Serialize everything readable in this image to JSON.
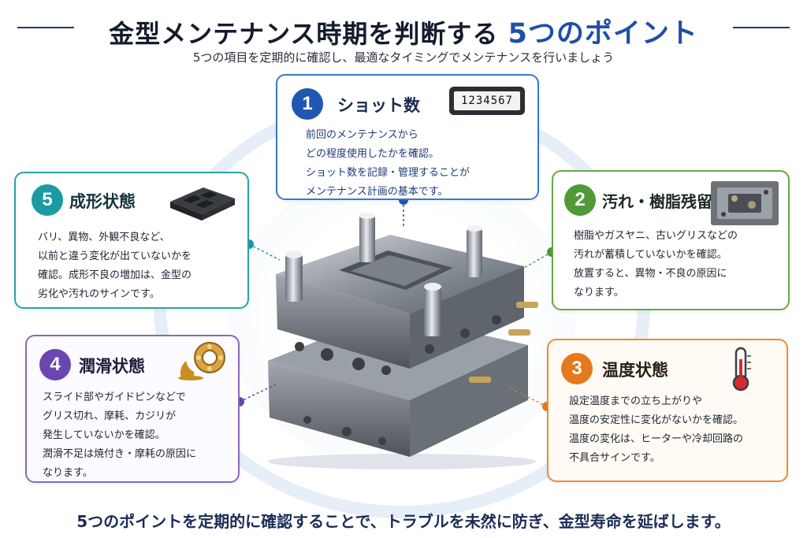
{
  "title": {
    "main": "金型メンテナンス時期を判断する",
    "accent": "5つのポイント"
  },
  "subtitle": "5つの項目を定期的に確認し、最適なタイミングでメンテナンスを行いましょう",
  "points": [
    {
      "number": "1",
      "title": "ショット数",
      "lines": [
        "前回のメンテナンスから",
        "どの程度使用したかを確認。",
        "ショット数を記録・管理することが",
        "メンテナンス計画の基本です。"
      ],
      "color": "#1f57b3",
      "icon": "shot-counter-icon"
    },
    {
      "number": "2",
      "title": "汚れ・樹脂残留",
      "lines": [
        "樹脂やガスヤニ、古いグリスなどの",
        "汚れが蓄積していないかを確認。",
        "放置すると、異物・不良の原因に",
        "なります。"
      ],
      "color": "#4f9a36",
      "icon": "dirty-mold-photo-icon"
    },
    {
      "number": "3",
      "title": "温度状態",
      "lines": [
        "設定温度までの立ち上がりや",
        "温度の安定性に変化がないかを確認。",
        "温度の変化は、ヒーターや冷却回路の",
        "不具合サインです。"
      ],
      "color": "#e5791e",
      "icon": "thermometer-icon"
    },
    {
      "number": "4",
      "title": "潤滑状態",
      "lines": [
        "スライド部やガイドピンなどで",
        "グリス切れ、摩耗、カジリが",
        "発生していないかを確認。",
        "潤滑不足は焼付き・摩耗の原因に",
        "なります。"
      ],
      "color": "#6a47b0",
      "icon": "grease-bearing-icon"
    },
    {
      "number": "5",
      "title": "成形状態",
      "lines": [
        "バリ、異物、外観不良など、",
        "以前と違う変化が出ていないかを",
        "確認。成形不良の増加は、金型の",
        "劣化や汚れのサインです。"
      ],
      "color": "#1a9aa2",
      "icon": "molded-part-icon"
    }
  ],
  "counter_digits": "1234567",
  "center_image": "mold-assembly-image",
  "footer": "5つのポイントを定期的に確認することで、トラブルを未然に防ぎ、金型寿命を延ばします。"
}
